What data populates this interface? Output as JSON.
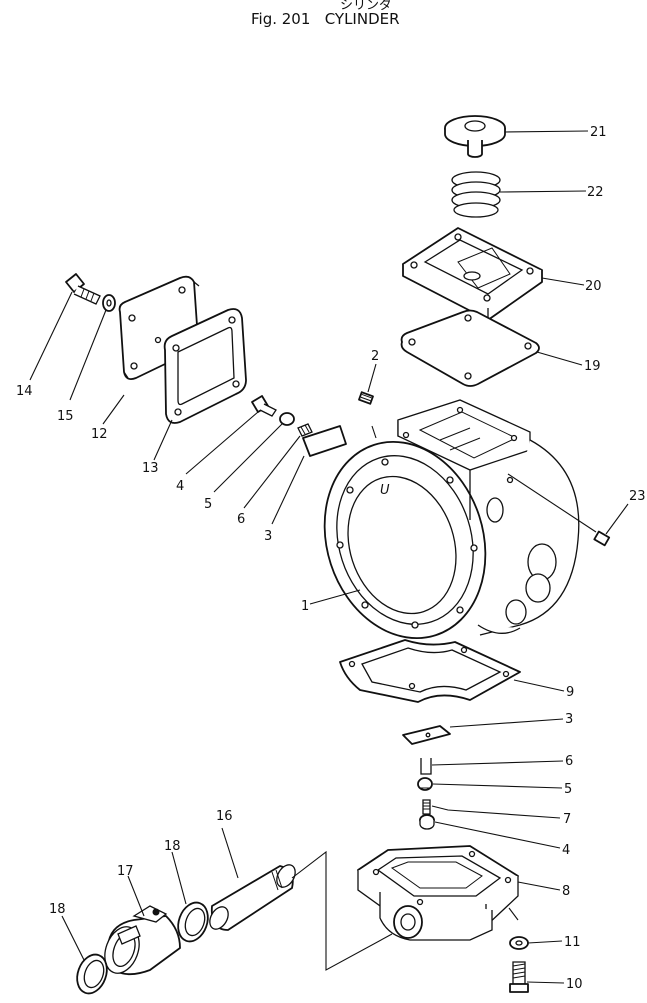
{
  "figure": {
    "title_jp": "シリンダ",
    "title": "Fig. 201   CYLINDER"
  },
  "callouts": [
    {
      "id": "c21",
      "label": "21"
    },
    {
      "id": "c22",
      "label": "22"
    },
    {
      "id": "c20",
      "label": "20"
    },
    {
      "id": "c19",
      "label": "19"
    },
    {
      "id": "c2",
      "label": "2"
    },
    {
      "id": "c23",
      "label": "23"
    },
    {
      "id": "c14",
      "label": "14"
    },
    {
      "id": "c15",
      "label": "15"
    },
    {
      "id": "c12",
      "label": "12"
    },
    {
      "id": "c13",
      "label": "13"
    },
    {
      "id": "c4a",
      "label": "4"
    },
    {
      "id": "c5a",
      "label": "5"
    },
    {
      "id": "c6a",
      "label": "6"
    },
    {
      "id": "c3a",
      "label": "3"
    },
    {
      "id": "c1",
      "label": "1"
    },
    {
      "id": "c9",
      "label": "9"
    },
    {
      "id": "c3b",
      "label": "3"
    },
    {
      "id": "c6b",
      "label": "6"
    },
    {
      "id": "c5b",
      "label": "5"
    },
    {
      "id": "c7",
      "label": "7"
    },
    {
      "id": "c4b",
      "label": "4"
    },
    {
      "id": "c16",
      "label": "16"
    },
    {
      "id": "c18a",
      "label": "18"
    },
    {
      "id": "c17",
      "label": "17"
    },
    {
      "id": "c18b",
      "label": "18"
    },
    {
      "id": "c8",
      "label": "8"
    },
    {
      "id": "c11",
      "label": "11"
    },
    {
      "id": "c10",
      "label": "10"
    }
  ]
}
